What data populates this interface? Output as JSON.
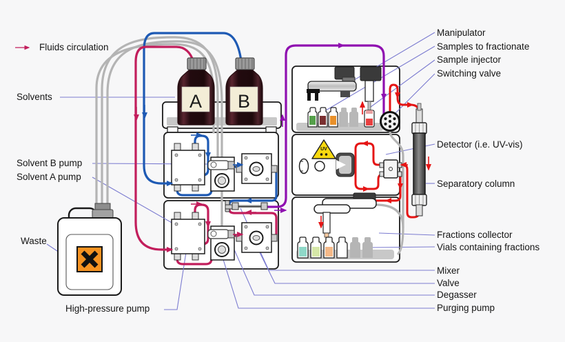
{
  "legend": {
    "fluids_circulation": "Fluids circulation"
  },
  "labels_left": {
    "solvents": "Solvents",
    "solvent_b_pump": "Solvent B pump",
    "solvent_a_pump": "Solvent A pump",
    "waste": "Waste",
    "high_pressure_pump": "High-pressure pump"
  },
  "labels_right": {
    "manipulator": "Manipulator",
    "samples_to_fractionate": "Samples to fractionate",
    "sample_injector": "Sample injector",
    "switching_valve": "Switching valve",
    "detector": "Detector (i.e. UV-vis)",
    "separatory_column": "Separatory column",
    "fractions_collector": "Fractions collector",
    "vials_containing_fractions": "Vials containing fractions",
    "mixer": "Mixer",
    "valve": "Valve",
    "degasser": "Degasser",
    "purging_pump": "Purging pump"
  },
  "bottles": {
    "a": "A",
    "b": "B"
  },
  "detector_module": {
    "uv_badge": "UV"
  },
  "colors": {
    "solvent_a_crimson": "#c21e5c",
    "solvent_b_blue": "#1e5ab4",
    "mixed_purple": "#8f10b0",
    "sample_red": "#e51515",
    "waste_gray": "#b4b4b4",
    "leader_line": "#7b7bd0",
    "hazard_orange": "#f59221",
    "warning_yellow": "#f8d90f",
    "bottle_label_bg": "#f3edd7"
  }
}
